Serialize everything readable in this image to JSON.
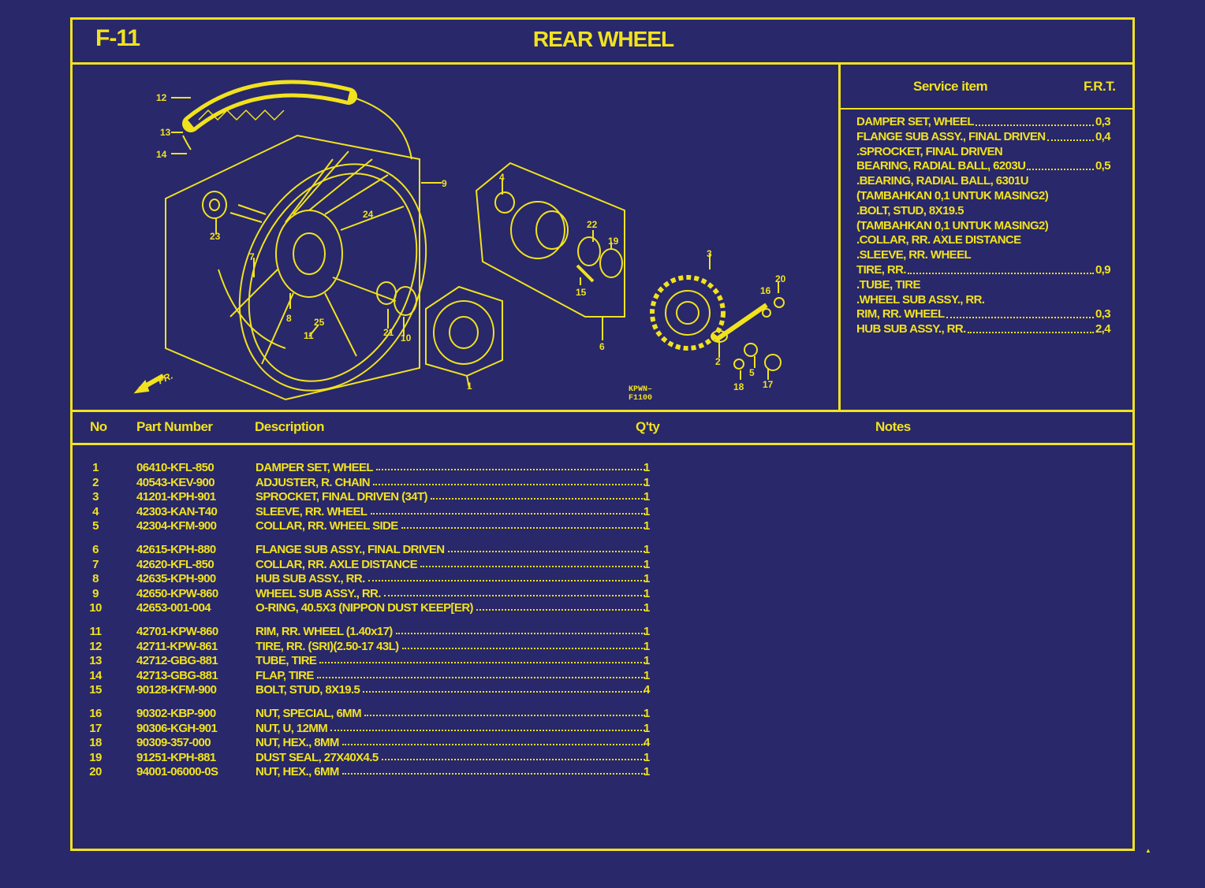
{
  "header": {
    "code": "F-11",
    "title": "REAR WHEEL"
  },
  "diagram": {
    "ref_code": "KPWN–F1100",
    "fr_label": "FR.",
    "callouts": [
      "1",
      "2",
      "3",
      "4",
      "5",
      "6",
      "7",
      "8",
      "9",
      "10",
      "11",
      "12",
      "13",
      "14",
      "15",
      "16",
      "17",
      "18",
      "19",
      "20",
      "21",
      "22",
      "23",
      "24",
      "25"
    ]
  },
  "service": {
    "col_item": "Service item",
    "col_frt": "F.R.T.",
    "items": [
      {
        "name": "DAMPER SET, WHEEL",
        "frt": "0,3"
      },
      {
        "name": "FLANGE SUB ASSY., FINAL DRIVEN",
        "frt": "0,4"
      },
      {
        "name": ".SPROCKET, FINAL DRIVEN",
        "frt": ""
      },
      {
        "name": "BEARING, RADIAL BALL, 6203U",
        "frt": "0,5"
      },
      {
        "name": ".BEARING, RADIAL BALL, 6301U",
        "frt": ""
      },
      {
        "name": "(TAMBAHKAN 0,1 UNTUK MASING2)",
        "frt": ""
      },
      {
        "name": ".BOLT, STUD, 8X19.5",
        "frt": ""
      },
      {
        "name": "(TAMBAHKAN 0,1 UNTUK MASING2)",
        "frt": ""
      },
      {
        "name": ".COLLAR, RR. AXLE DISTANCE",
        "frt": ""
      },
      {
        "name": ".SLEEVE, RR. WHEEL",
        "frt": ""
      },
      {
        "name": "TIRE, RR.",
        "frt": "0,9"
      },
      {
        "name": ".TUBE, TIRE",
        "frt": ""
      },
      {
        "name": ".WHEEL SUB ASSY., RR.",
        "frt": ""
      },
      {
        "name": "RIM, RR. WHEEL",
        "frt": "0,3"
      },
      {
        "name": "HUB SUB ASSY., RR.",
        "frt": "2,4"
      }
    ]
  },
  "table": {
    "headers": {
      "no": "No",
      "part": "Part Number",
      "desc": "Description",
      "qty": "Q'ty",
      "notes": "Notes"
    },
    "rows": [
      {
        "no": "1",
        "part": "06410-KFL-850",
        "desc": "DAMPER SET, WHEEL",
        "qty": "1"
      },
      {
        "no": "2",
        "part": "40543-KEV-900",
        "desc": "ADJUSTER, R. CHAIN",
        "qty": "1"
      },
      {
        "no": "3",
        "part": "41201-KPH-901",
        "desc": "SPROCKET, FINAL DRIVEN (34T)",
        "qty": "1"
      },
      {
        "no": "4",
        "part": "42303-KAN-T40",
        "desc": "SLEEVE, RR. WHEEL",
        "qty": "1"
      },
      {
        "no": "5",
        "part": "42304-KFM-900",
        "desc": "COLLAR, RR. WHEEL SIDE",
        "qty": "1"
      },
      {
        "no": "6",
        "part": "42615-KPH-880",
        "desc": "FLANGE SUB ASSY., FINAL DRIVEN",
        "qty": "1"
      },
      {
        "no": "7",
        "part": "42620-KFL-850",
        "desc": "COLLAR, RR. AXLE DISTANCE",
        "qty": "1"
      },
      {
        "no": "8",
        "part": "42635-KPH-900",
        "desc": "HUB SUB ASSY., RR.",
        "qty": "1"
      },
      {
        "no": "9",
        "part": "42650-KPW-860",
        "desc": "WHEEL SUB ASSY., RR.",
        "qty": "1"
      },
      {
        "no": "10",
        "part": "42653-001-004",
        "desc": "O-RING, 40.5X3 (NIPPON DUST KEEP[ER)",
        "qty": "1"
      },
      {
        "no": "11",
        "part": "42701-KPW-860",
        "desc": "RIM, RR. WHEEL (1.40x17)",
        "qty": "1"
      },
      {
        "no": "12",
        "part": "42711-KPW-861",
        "desc": "TIRE, RR. (SRI)(2.50-17 43L)",
        "qty": "1"
      },
      {
        "no": "13",
        "part": "42712-GBG-881",
        "desc": "TUBE, TIRE",
        "qty": "1"
      },
      {
        "no": "14",
        "part": "42713-GBG-881",
        "desc": "FLAP, TIRE",
        "qty": "1"
      },
      {
        "no": "15",
        "part": "90128-KFM-900",
        "desc": "BOLT, STUD, 8X19.5",
        "qty": "4"
      },
      {
        "no": "16",
        "part": "90302-KBP-900",
        "desc": "NUT, SPECIAL, 6MM",
        "qty": "1"
      },
      {
        "no": "17",
        "part": "90306-KGH-901",
        "desc": "NUT, U, 12MM",
        "qty": "1"
      },
      {
        "no": "18",
        "part": "90309-357-000",
        "desc": "NUT, HEX., 8MM",
        "qty": "4"
      },
      {
        "no": "19",
        "part": "91251-KPH-881",
        "desc": "DUST SEAL, 27X40X4.5",
        "qty": "1"
      },
      {
        "no": "20",
        "part": "94001-06000-0S",
        "desc": "NUT, HEX., 6MM",
        "qty": "1"
      }
    ]
  },
  "colors": {
    "background": "#28286a",
    "ink": "#f2e21e"
  }
}
